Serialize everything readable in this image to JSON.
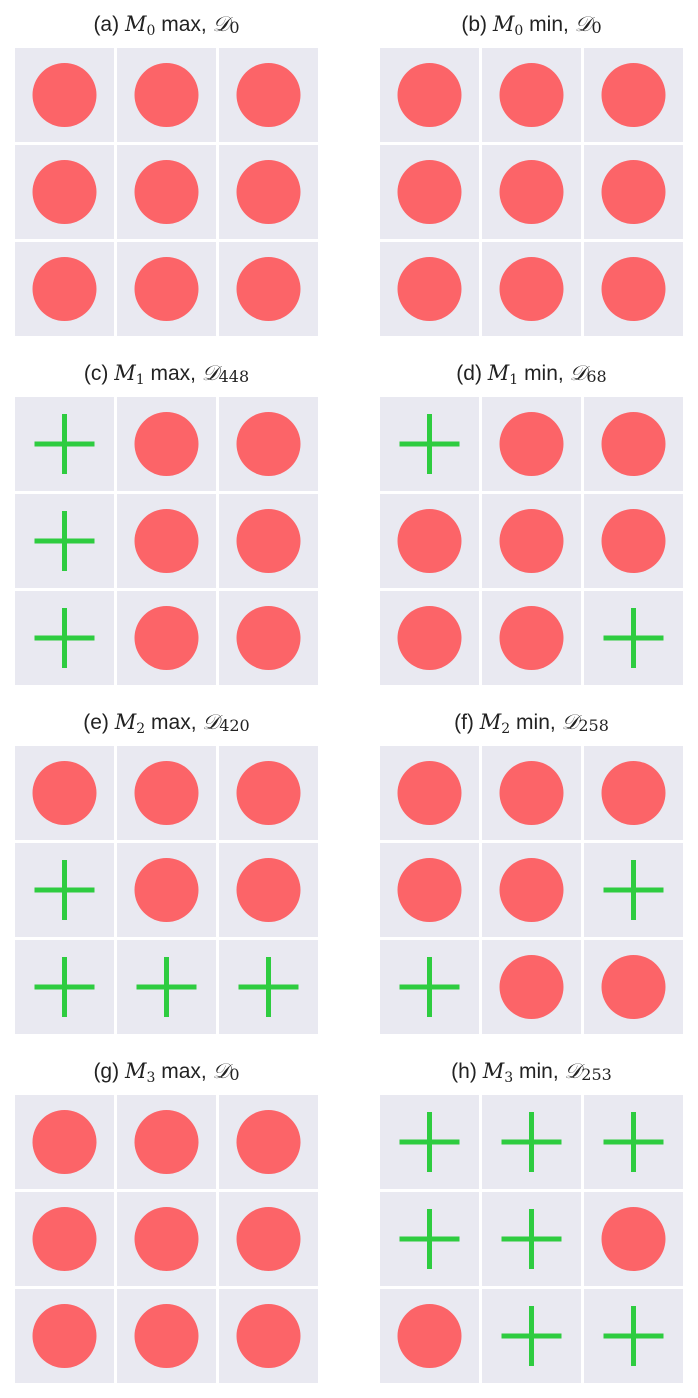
{
  "panels": [
    {
      "label": "(a)",
      "m_sub": "0",
      "mode": "max",
      "d_sub": "0",
      "grid": [
        "circle",
        "circle",
        "circle",
        "circle",
        "circle",
        "circle",
        "circle",
        "circle",
        "circle"
      ]
    },
    {
      "label": "(b)",
      "m_sub": "0",
      "mode": "min",
      "d_sub": "0",
      "grid": [
        "circle",
        "circle",
        "circle",
        "circle",
        "circle",
        "circle",
        "circle",
        "circle",
        "circle"
      ]
    },
    {
      "label": "(c)",
      "m_sub": "1",
      "mode": "max",
      "d_sub": "448",
      "grid": [
        "plus",
        "circle",
        "circle",
        "plus",
        "circle",
        "circle",
        "plus",
        "circle",
        "circle"
      ]
    },
    {
      "label": "(d)",
      "m_sub": "1",
      "mode": "min",
      "d_sub": "68",
      "grid": [
        "plus",
        "circle",
        "circle",
        "circle",
        "circle",
        "circle",
        "circle",
        "circle",
        "plus"
      ]
    },
    {
      "label": "(e)",
      "m_sub": "2",
      "mode": "max",
      "d_sub": "420",
      "grid": [
        "circle",
        "circle",
        "circle",
        "plus",
        "circle",
        "circle",
        "plus",
        "plus",
        "plus"
      ]
    },
    {
      "label": "(f)",
      "m_sub": "2",
      "mode": "min",
      "d_sub": "258",
      "grid": [
        "circle",
        "circle",
        "circle",
        "circle",
        "circle",
        "plus",
        "plus",
        "circle",
        "circle"
      ]
    },
    {
      "label": "(g)",
      "m_sub": "3",
      "mode": "max",
      "d_sub": "0",
      "grid": [
        "circle",
        "circle",
        "circle",
        "circle",
        "circle",
        "circle",
        "circle",
        "circle",
        "circle"
      ]
    },
    {
      "label": "(h)",
      "m_sub": "3",
      "mode": "min",
      "d_sub": "253",
      "grid": [
        "plus",
        "plus",
        "plus",
        "plus",
        "plus",
        "circle",
        "circle",
        "plus",
        "plus"
      ]
    }
  ],
  "colors": {
    "circle": "#fc6468",
    "plus": "#2ecc40",
    "cell_bg": "#e9e9f1"
  }
}
